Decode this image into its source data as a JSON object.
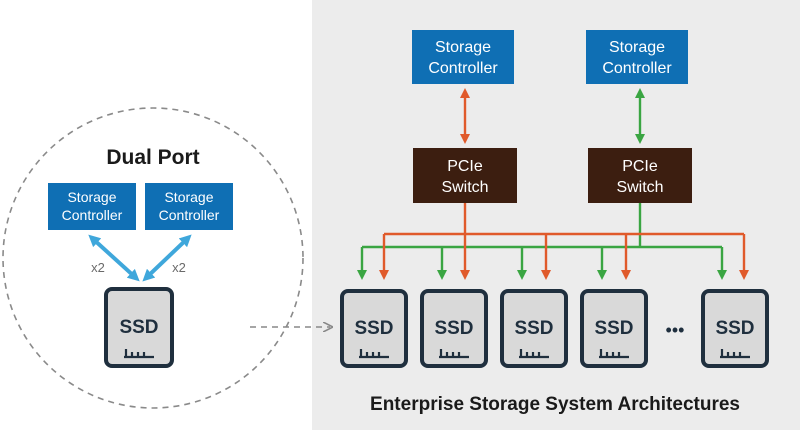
{
  "dual_port": {
    "title": "Dual Port",
    "controller_left": [
      "Storage",
      "Controller"
    ],
    "controller_right": [
      "Storage",
      "Controller"
    ],
    "link_left_label": "x2",
    "link_right_label": "x2",
    "ssd_label": "SSD"
  },
  "enterprise": {
    "controller_1": [
      "Storage",
      "Controller"
    ],
    "controller_2": [
      "Storage",
      "Controller"
    ],
    "switch_1": [
      "PCIe",
      "Switch"
    ],
    "switch_2": [
      "PCIe",
      "Switch"
    ],
    "ssd_labels": [
      "SSD",
      "SSD",
      "SSD",
      "SSD",
      "SSD"
    ],
    "ellipsis": "•••",
    "caption": "Enterprise Storage System Architectures"
  },
  "colors": {
    "controller_fill": "#0f6fb4",
    "switch_fill": "#3c1e10",
    "ssd_fill": "#d9d9d9",
    "ssd_border": "#1f2f3e",
    "path_orange": "#e05a2b",
    "path_green": "#3aa542",
    "dual_link": "#3fa7db",
    "panel_bg": "#ececec",
    "dashed": "#888888"
  }
}
